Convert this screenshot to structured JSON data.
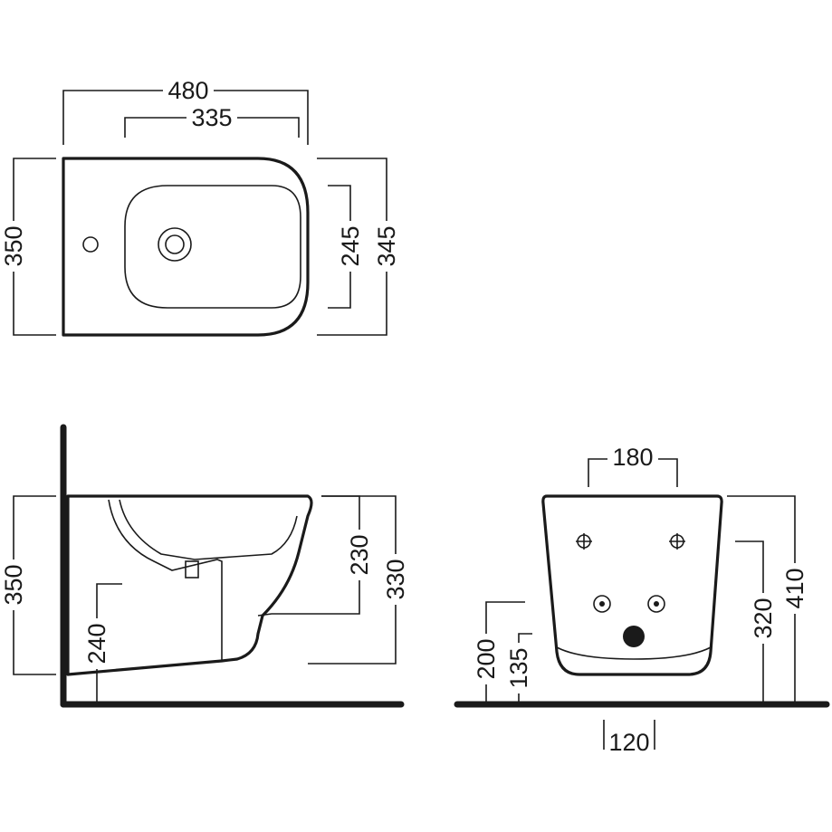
{
  "top_view": {
    "width_overall": "480",
    "width_basin": "335",
    "depth_left": "350",
    "basin_depth": "245",
    "depth_right": "345"
  },
  "side_view": {
    "height_overall": "350",
    "floor_to_outlet": "240",
    "top_to_outlet": "230",
    "top_to_bottom": "330"
  },
  "front_view": {
    "bolt_spacing": "180",
    "height_overall": "410",
    "bolt_height": "320",
    "inlet_height": "200",
    "outlet_height": "135",
    "outlet_width": "120"
  }
}
